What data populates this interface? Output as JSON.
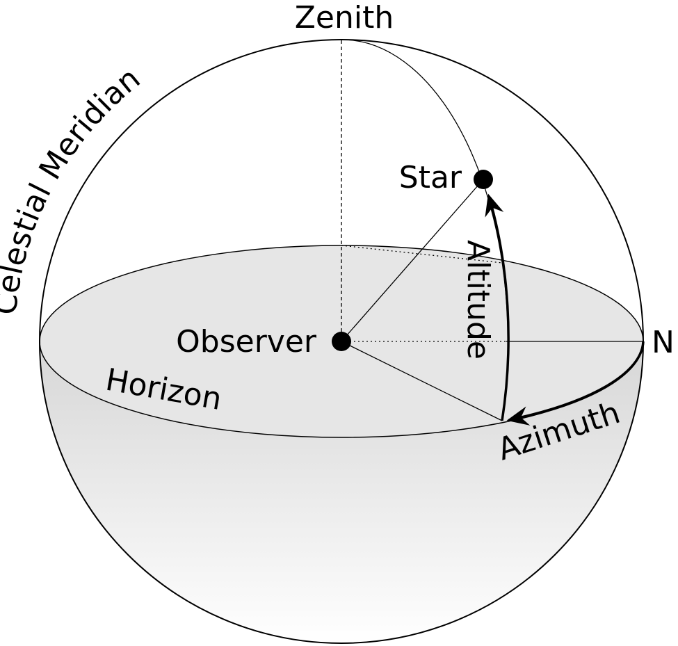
{
  "labels": {
    "zenith": "Zenith",
    "celestial_meridian": "Celestial Meridian",
    "star": "Star",
    "observer": "Observer",
    "north": "N",
    "horizon": "Horizon",
    "altitude": "Altitude",
    "azimuth": "Azimuth"
  },
  "colors": {
    "horizon_plane": "#e6e6e6",
    "lower_hemisphere_top": "#d9d9d9",
    "lower_hemisphere_bottom": "#ffffff",
    "stroke": "#000000"
  }
}
